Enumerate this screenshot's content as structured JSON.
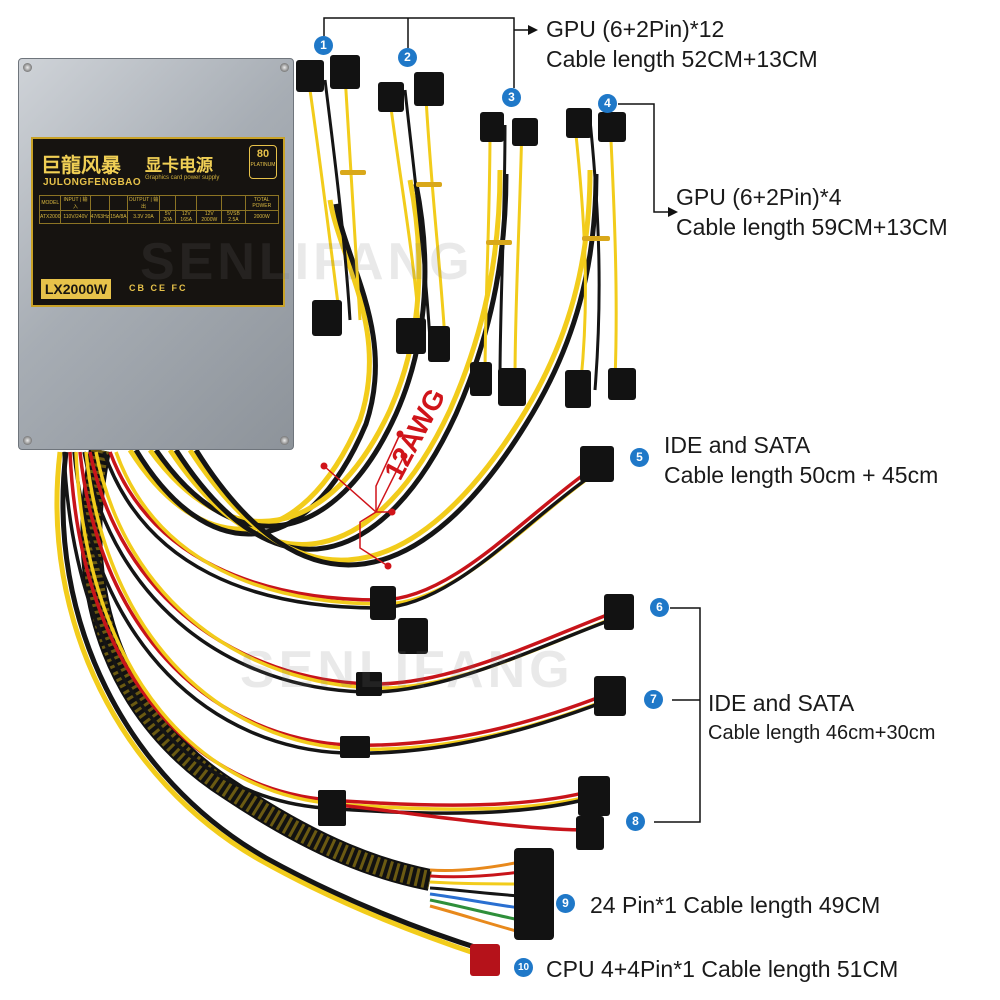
{
  "psu": {
    "brand_cn": "巨龍风暴",
    "brand_en": "JULONGFENGBAO",
    "title_cn": "显卡电源",
    "subtitle": "Graphics card power supply",
    "efficiency_badge": "80",
    "efficiency_tier": "PLATINUM",
    "model_label": "LX2000W",
    "cert_marks": "CB CE FC",
    "spec_table": [
      [
        "MODEL",
        "INPUT | 输入",
        "",
        "",
        "OUTPUT | 输出",
        "",
        "",
        "",
        "",
        "TOTAL POWER"
      ],
      [
        "ATX2000",
        "110V/240V",
        "47/63Hz",
        "15A/8A",
        "3.3V 20A",
        "5V 20A",
        "12V 165A",
        "12V 2000W",
        "5VSB 2.5A",
        "2000W"
      ]
    ]
  },
  "watermark": "SENLIFANG",
  "callouts": [
    {
      "num": "1"
    },
    {
      "num": "2"
    },
    {
      "num": "3"
    },
    {
      "num": "4"
    },
    {
      "num": "5"
    },
    {
      "num": "6"
    },
    {
      "num": "7"
    },
    {
      "num": "8"
    },
    {
      "num": "9"
    },
    {
      "num": "10"
    }
  ],
  "captions": {
    "gpu_a_line1": "GPU (6+2Pin)*12",
    "gpu_a_line2": "Cable length 52CM+13CM",
    "gpu_b_line1": "GPU (6+2Pin)*4",
    "gpu_b_line2": "Cable length 59CM+13CM",
    "ide_a_line1": "IDE and SATA",
    "ide_a_line2": "Cable length 50cm + 45cm",
    "ide_b_line1": "IDE and SATA",
    "ide_b_line2": "Cable length 46cm+30cm",
    "pin24": "24 Pin*1 Cable length 49CM",
    "cpu": "CPU 4+4Pin*1 Cable length 51CM",
    "awg": "12AWG"
  },
  "colors": {
    "callout_blue": "#1f78c8",
    "awg_red": "#d0141a",
    "cable_yellow": "#f2cc1b",
    "cable_black": "#151515",
    "cable_red": "#c8141a",
    "cable_orange": "#e8891c",
    "psu_silver": "#a7adb4",
    "label_gold": "#e7c24a"
  }
}
